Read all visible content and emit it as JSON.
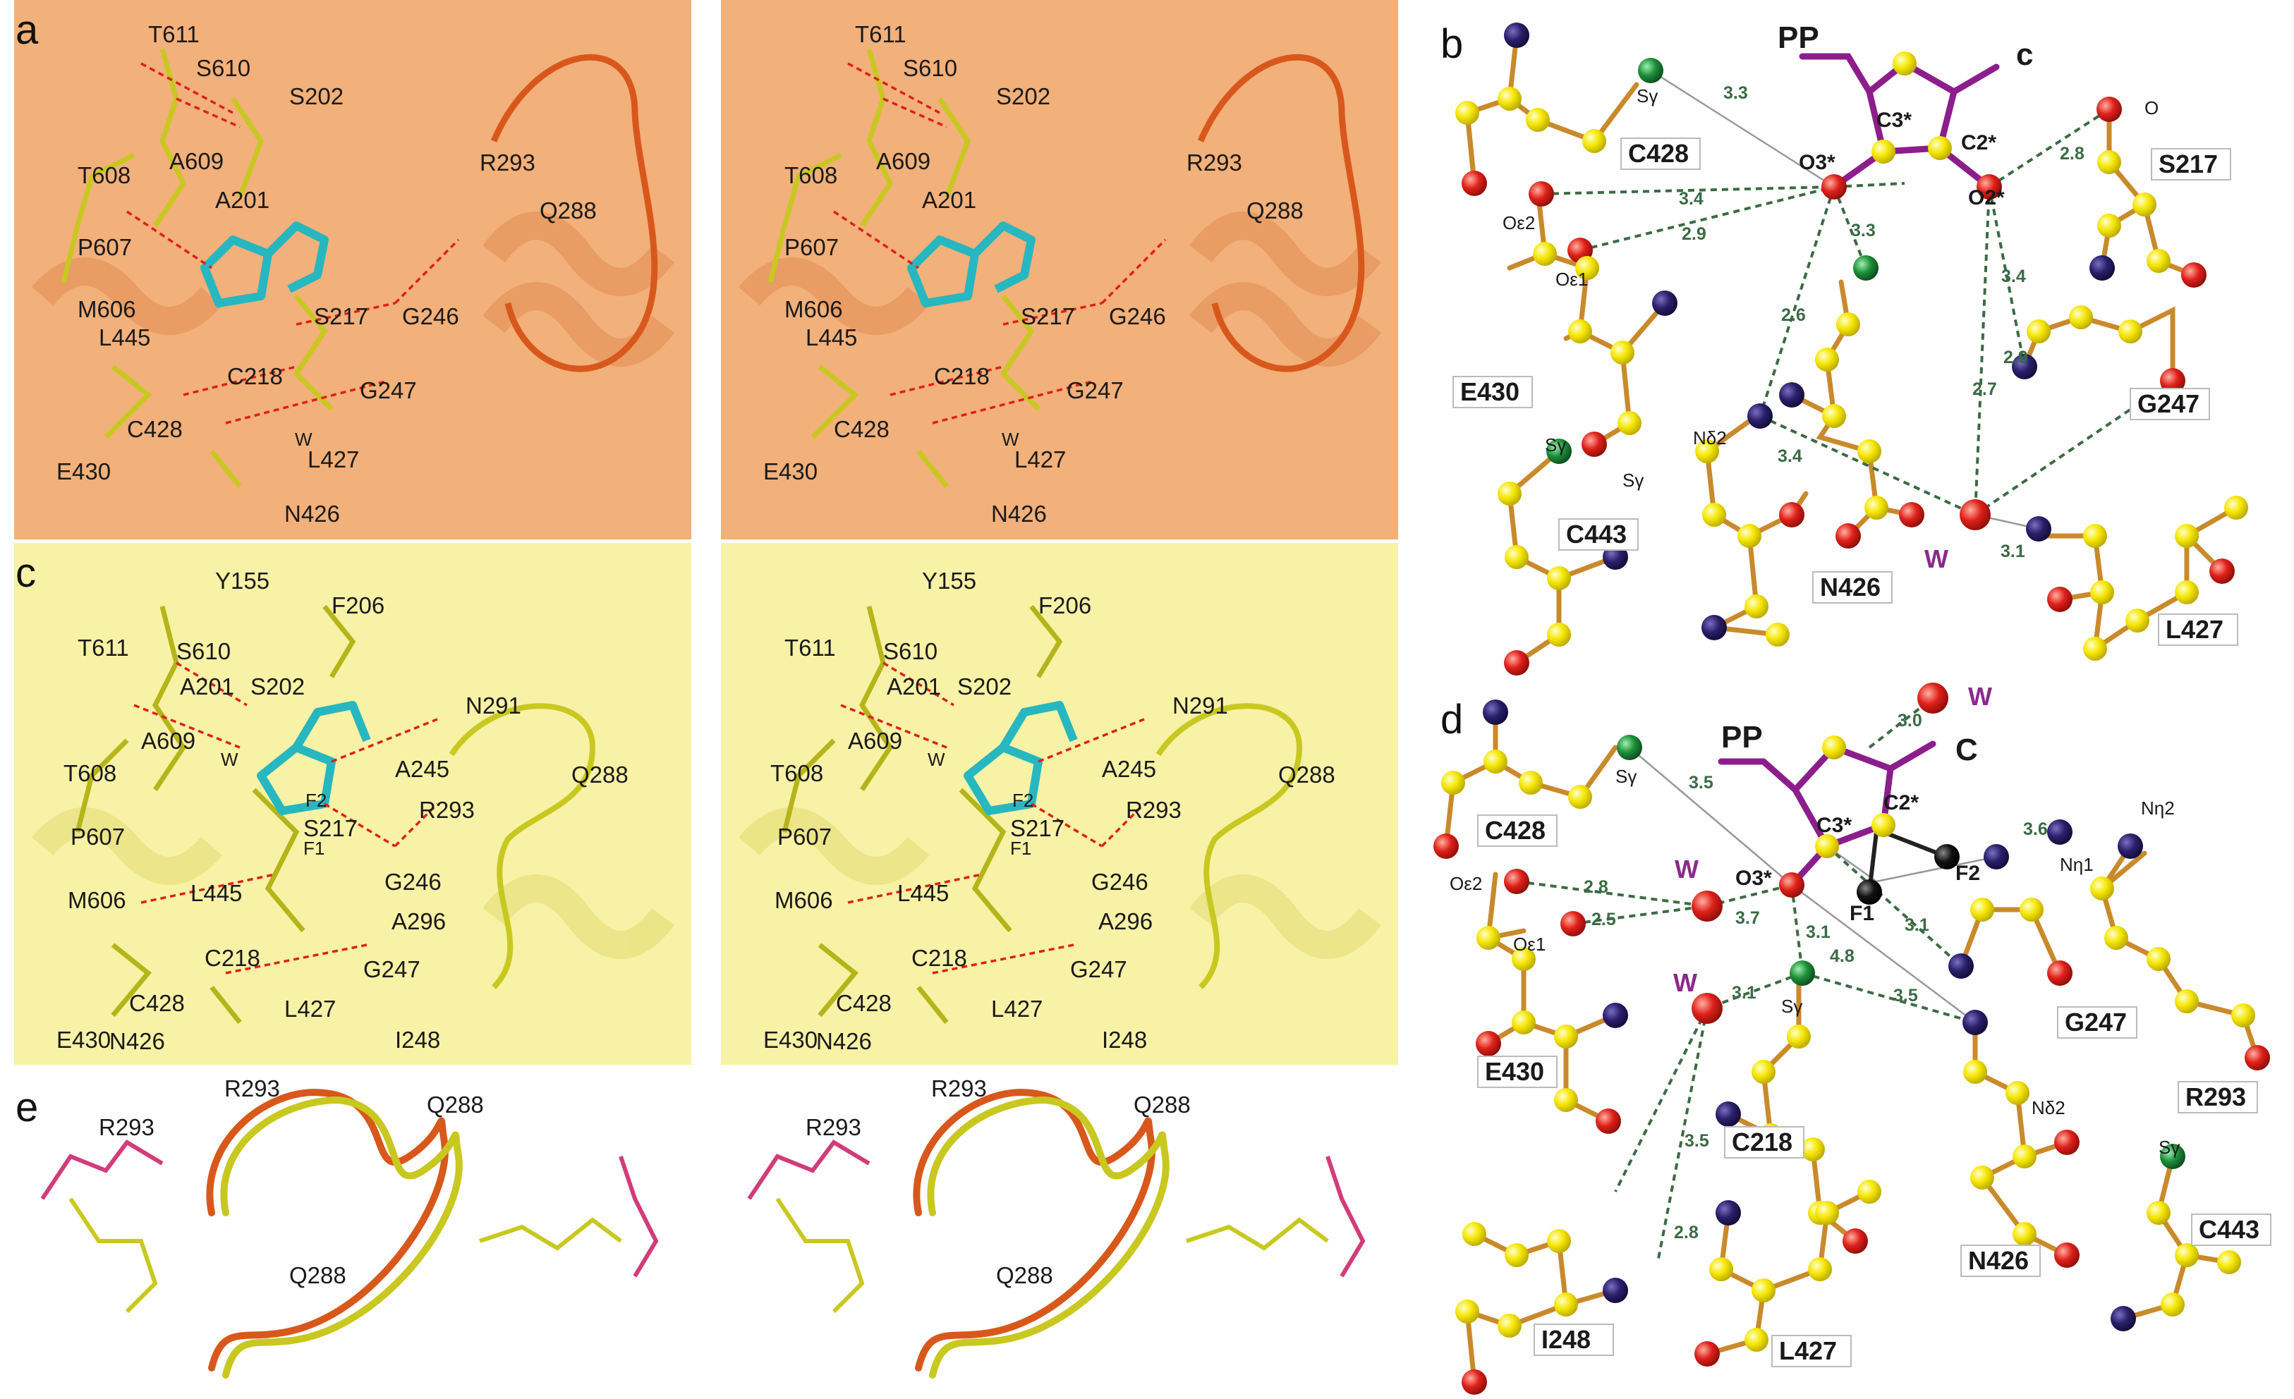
{
  "panels": {
    "a": {
      "label": "a",
      "residues": [
        "T611",
        "S610",
        "S202",
        "A609",
        "A201",
        "T608",
        "P607",
        "M606",
        "L445",
        "S217",
        "C218",
        "G246",
        "G247",
        "C428",
        "E430",
        "L427",
        "N426",
        "R293",
        "Q288"
      ],
      "water": "W"
    },
    "a_right": {
      "residues": [
        "T611",
        "S610",
        "S202",
        "A609",
        "A201",
        "T608",
        "P607",
        "M606",
        "L445",
        "S217",
        "C218",
        "G246",
        "G247",
        "C428",
        "E430",
        "L427",
        "N426",
        "R293",
        "Q288"
      ],
      "water": "W"
    },
    "c": {
      "label": "c",
      "residues": [
        "Y155",
        "F206",
        "T611",
        "S610",
        "A201",
        "S202",
        "N291",
        "A609",
        "T608",
        "A245",
        "R293",
        "P607",
        "S217",
        "M606",
        "L445",
        "G246",
        "A296",
        "C218",
        "G247",
        "C428",
        "E430",
        "L427",
        "N426",
        "I248",
        "Q288"
      ],
      "atoms": [
        "F2",
        "F1"
      ],
      "water": "W"
    },
    "c_right": {
      "residues": [
        "Y155",
        "F206",
        "T611",
        "S610",
        "A201",
        "S202",
        "N291",
        "A609",
        "T608",
        "A245",
        "R293",
        "P607",
        "S217",
        "M606",
        "L445",
        "G246",
        "A296",
        "C218",
        "G247",
        "C428",
        "E430",
        "L427",
        "N426",
        "I248",
        "Q288"
      ],
      "atoms": [
        "F2",
        "F1"
      ],
      "water": "W"
    },
    "e": {
      "label": "e",
      "residues": [
        "R293",
        "R293",
        "Q288",
        "Q288"
      ]
    },
    "e_right": {
      "residues": [
        "R293",
        "R293",
        "Q288",
        "Q288"
      ]
    },
    "b": {
      "label": "b",
      "pp": "PP",
      "sugar_label": "c",
      "residues": [
        "C428",
        "S217",
        "E430",
        "G247",
        "C443",
        "N426",
        "L427"
      ],
      "atoms": [
        "Sγ",
        "O3*",
        "C3*",
        "C2*",
        "O2*",
        "O",
        "Oε2",
        "Oε1",
        "Sγ",
        "Nδ2",
        "Sγ"
      ],
      "water": "W",
      "distances": [
        "3.3",
        "3.4",
        "2.9",
        "3.3",
        "2.8",
        "2.6",
        "3.4",
        "2.7",
        "2.9",
        "3.4",
        "3.1"
      ]
    },
    "d": {
      "label": "d",
      "pp": "PP",
      "sugar_label": "C",
      "residues": [
        "C428",
        "E430",
        "C218",
        "I248",
        "L427",
        "N426",
        "G247",
        "R293",
        "C443"
      ],
      "atoms": [
        "Sγ",
        "O3*",
        "C3*",
        "C2*",
        "F1",
        "F2",
        "Nη1",
        "Nη2",
        "Oε2",
        "Oε1",
        "Sγ",
        "Nδ2",
        "Sγ"
      ],
      "water": [
        "W",
        "W",
        "W"
      ],
      "distances": [
        "3.0",
        "3.5",
        "3.6",
        "2.8",
        "2.5",
        "3.7",
        "3.1",
        "3.1",
        "4.8",
        "3.1",
        "3.5",
        "3.5",
        "2.8"
      ]
    }
  },
  "colors": {
    "panel_a_bg": "#f2b07a",
    "panel_c_bg": "#f7f2a6",
    "carbon": "#f5e600",
    "bond": "#c98a2c",
    "oxygen": "#e0201a",
    "nitrogen": "#2a1f6b",
    "sulfur": "#1e8f3a",
    "fluorine": "#111111",
    "hbond": "#3b6b45",
    "pp": "#8c1e8c",
    "label_orange": "#d8581c",
    "label_olive": "#8a8a1a"
  }
}
